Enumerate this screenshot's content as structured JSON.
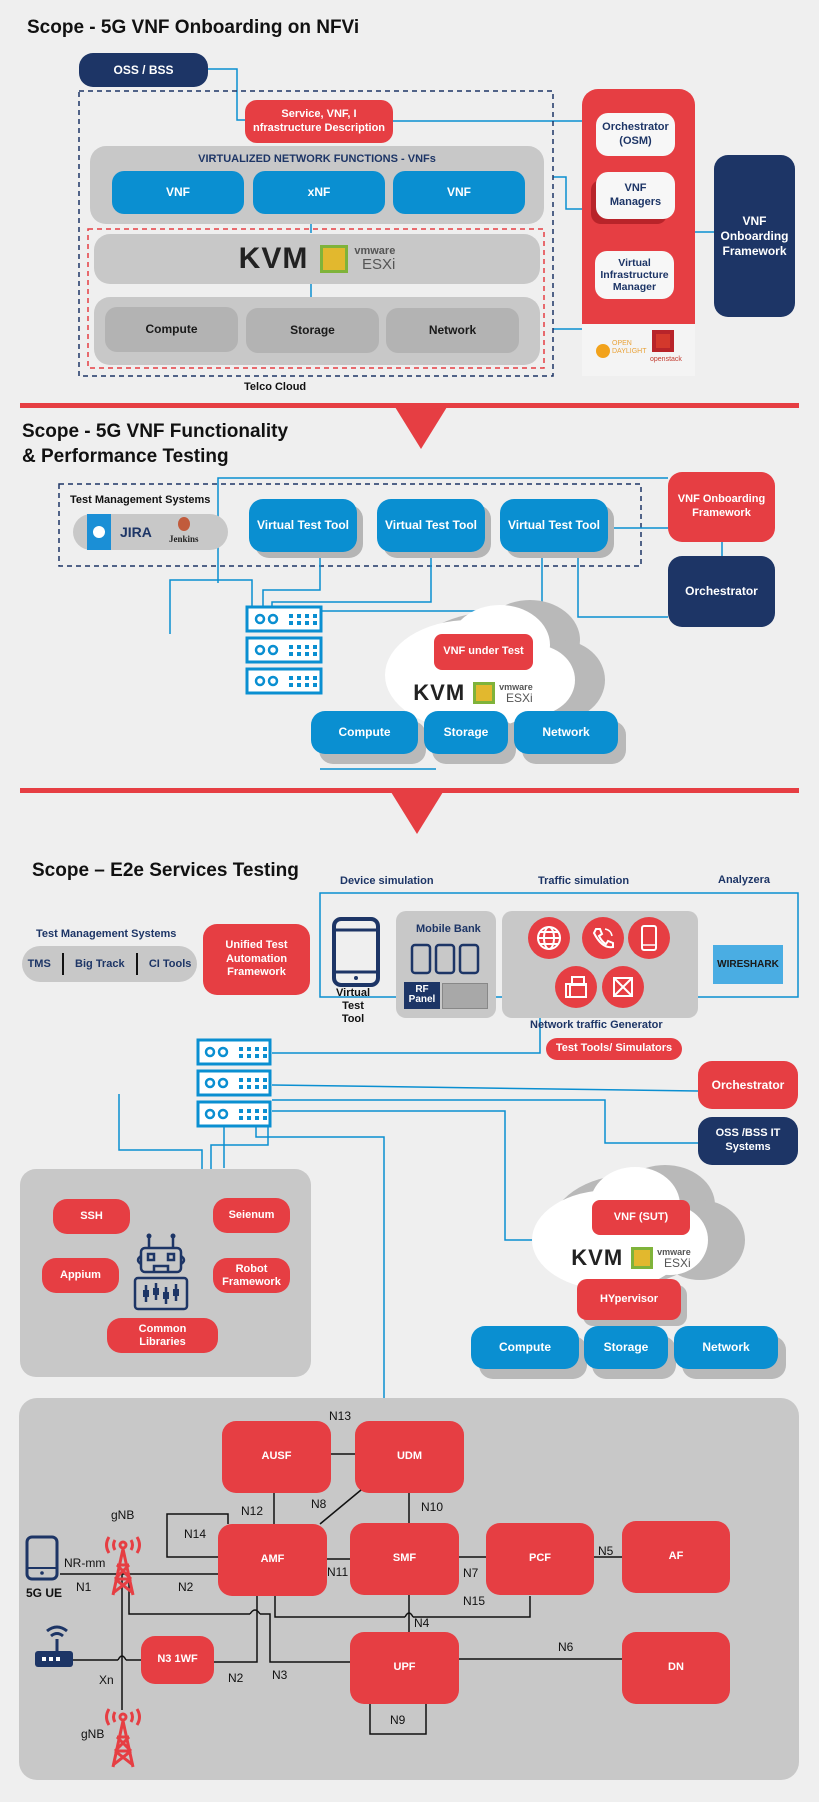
{
  "section1": {
    "title": "Scope - 5G VNF Onboarding on NFVi",
    "oss_bss": "OSS / BSS",
    "description_box_line1": "Service, VNF, I",
    "description_box_line2": "nfrastructure Description",
    "vnfs_group_label": "VIRTUALIZED NETWORK FUNCTIONS - VNFs",
    "vnfs": [
      "VNF",
      "xNF",
      "VNF"
    ],
    "hypervisor_logos": {
      "kvm": "KVM",
      "vmware": "vmware",
      "esxi": "ESXi"
    },
    "resources": [
      "Compute",
      "Storage",
      "Network"
    ],
    "telco_cloud_label": "Telco Cloud",
    "mano": {
      "orchestrator_line1": "Orchestrator",
      "orchestrator_line2": "(OSM)",
      "vnf_managers_line1": "VNF",
      "vnf_managers_line2": "Managers",
      "vim_line1": "Virtual",
      "vim_line2": "Infrastructure",
      "vim_line3": "Manager",
      "opendaylight_line1": "OPEN",
      "opendaylight_line2": "DAYLIGHT",
      "openstack": "openstack"
    },
    "onboarding_framework_line1": "VNF",
    "onboarding_framework_line2": "Onboarding",
    "onboarding_framework_line3": "Framework"
  },
  "section2": {
    "title_line1": "Scope - 5G VNF Functionality",
    "title_line2": "& Performance Testing",
    "test_mgmt_label": "Test Management Systems",
    "tools": {
      "jira": "JIRA",
      "jenkins": "Jenkins"
    },
    "virtual_test_tools": [
      "Virtual Test Tool",
      "Virtual Test Tool",
      "Virtual Test Tool"
    ],
    "onboarding_framework_line1": "VNF Onboarding",
    "onboarding_framework_line2": "Framework",
    "orchestrator": "Orchestrator",
    "vnf_under_test": "VNF under Test",
    "hypervisor_logos": {
      "kvm": "KVM",
      "vmware": "vmware",
      "esxi": "ESXi"
    },
    "resources": [
      "Compute",
      "Storage",
      "Network"
    ]
  },
  "section3": {
    "title": "Scope – E2e Services Testing",
    "device_simulation": "Device simulation",
    "traffic_simulation": "Traffic simulation",
    "analyzer": "Analyzera",
    "test_mgmt_label": "Test Management Systems",
    "test_mgmt_items": [
      "TMS",
      "Big Track",
      "CI Tools"
    ],
    "unified_framework_line1": "Unified Test",
    "unified_framework_line2": "Automation",
    "unified_framework_line3": "Framework",
    "virtual_test_tool_line1": "Virtual",
    "virtual_test_tool_line2": "Test",
    "virtual_test_tool_line3": "Tool",
    "mobile_bank": "Mobile Bank",
    "rf_panel_line1": "RF",
    "rf_panel_line2": "Panel",
    "network_traffic_generator": "Network traffic Generator",
    "traffic_icons": [
      "globe-icon",
      "phone-call-icon",
      "tablet-icon",
      "fax-icon",
      "mail-icon"
    ],
    "wireshark": "WIRESHARK",
    "test_tools_simulators": "Test Tools/ Simulators",
    "orchestrator": "Orchestrator",
    "oss_bss_line1": "OSS /BSS IT",
    "oss_bss_line2": "Systems",
    "libraries": {
      "ssh": "SSH",
      "selenium": "Seienum",
      "appium": "Appium",
      "robot_line1": "Robot",
      "robot_line2": "Framework",
      "common_line1": "Common",
      "common_line2": "Libraries"
    },
    "vnf_sut": "VNF (SUT)",
    "hypervisor": "HYpervisor",
    "hypervisor_logos": {
      "kvm": "KVM",
      "vmware": "vmware",
      "esxi": "ESXi"
    },
    "resources": [
      "Compute",
      "Storage",
      "Network"
    ]
  },
  "core5g": {
    "nodes": {
      "ausf": "AUSF",
      "udm": "UDM",
      "amf": "AMF",
      "smf": "SMF",
      "pcf": "PCF",
      "af": "AF",
      "upf": "UPF",
      "dn": "DN",
      "n3iwf": "N3 1WF"
    },
    "interfaces": {
      "n13": "N13",
      "n12": "N12",
      "n8": "N8",
      "n10": "N10",
      "n14": "N14",
      "n11": "N11",
      "n7": "N7",
      "n5": "N5",
      "n15": "N15",
      "n4": "N4",
      "n1": "N1",
      "n2a": "N2",
      "n2b": "N2",
      "n3": "N3",
      "n6": "N6",
      "n9": "N9",
      "xn": "Xn",
      "nr_mm": "NR-mm"
    },
    "ue_label": "5G UE",
    "gnb_top": "gNB",
    "gnb_bottom": "gNB"
  },
  "colors": {
    "red": "#e63e43",
    "navy": "#1d3566",
    "blue": "#0a8fd1",
    "grey": "#c8c8c8",
    "background": "#efefef"
  }
}
